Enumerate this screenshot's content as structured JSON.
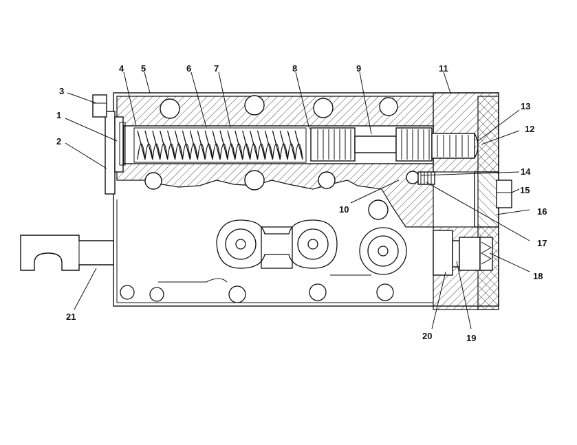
{
  "diagram": {
    "callouts": [
      {
        "id": "c1",
        "text": "1"
      },
      {
        "id": "c2",
        "text": "2"
      },
      {
        "id": "c3",
        "text": "3"
      },
      {
        "id": "c4",
        "text": "4"
      },
      {
        "id": "c5",
        "text": "5"
      },
      {
        "id": "c6",
        "text": "6"
      },
      {
        "id": "c7",
        "text": "7"
      },
      {
        "id": "c8",
        "text": "8"
      },
      {
        "id": "c9",
        "text": "9"
      },
      {
        "id": "c10",
        "text": "10"
      },
      {
        "id": "c11",
        "text": "11"
      },
      {
        "id": "c12",
        "text": "12"
      },
      {
        "id": "c13",
        "text": "13"
      },
      {
        "id": "c14",
        "text": "14"
      },
      {
        "id": "c15",
        "text": "15"
      },
      {
        "id": "c16",
        "text": "16"
      },
      {
        "id": "c17",
        "text": "17"
      },
      {
        "id": "c18",
        "text": "18"
      },
      {
        "id": "c19",
        "text": "19"
      },
      {
        "id": "c20",
        "text": "20"
      },
      {
        "id": "c21",
        "text": "21"
      }
    ],
    "line_color": "#111111",
    "background": "#ffffff"
  }
}
